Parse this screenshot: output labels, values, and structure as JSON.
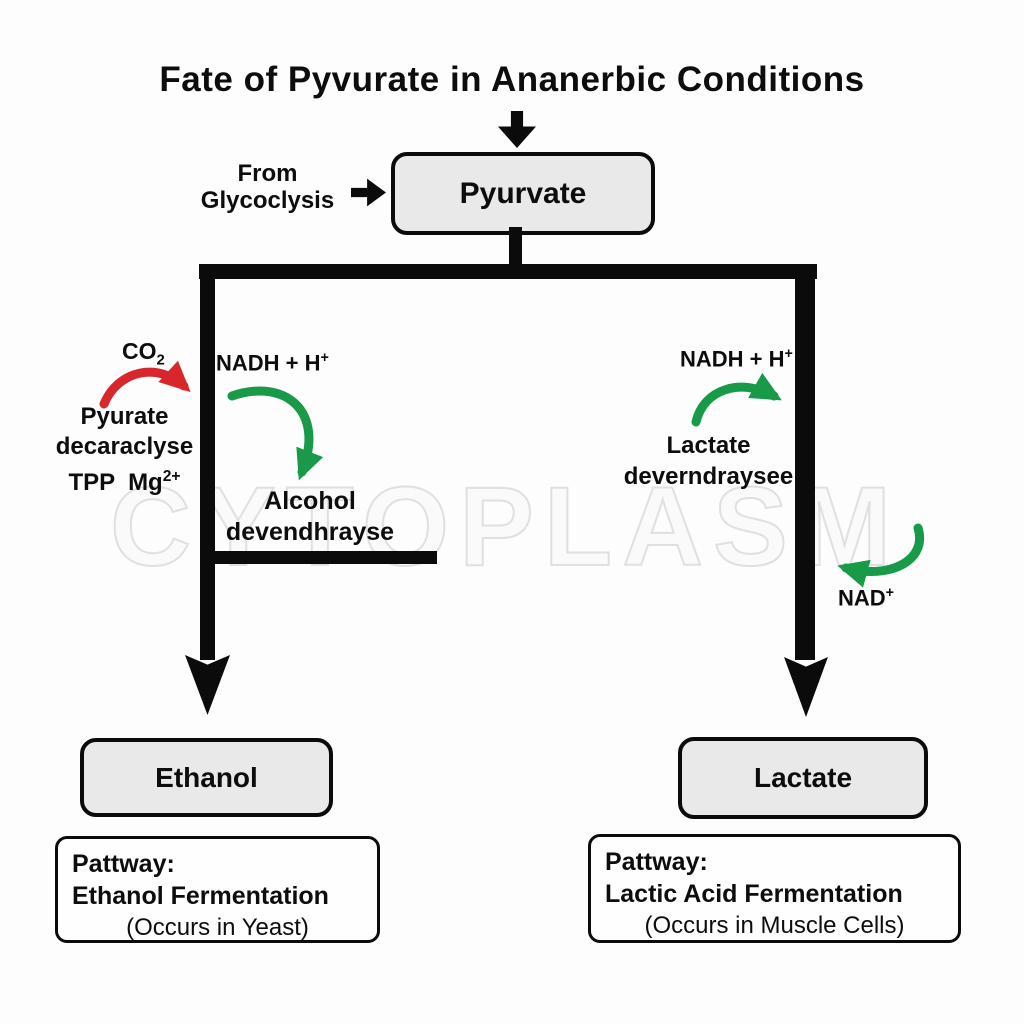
{
  "title": "Fate of Pyvurate in Ananerbic Conditions",
  "watermark": "CYTOPLASM",
  "source_label": {
    "line1": "From",
    "line2": "Glycoclysis"
  },
  "nodes": {
    "pyruvate": "Pyurvate",
    "ethanol": "Ethanol",
    "lactate": "Lactate"
  },
  "left_branch": {
    "co2_base": "CO",
    "co2_sub": "2",
    "enzyme_line1": "Pyurate",
    "enzyme_line2": "decaraclyse",
    "enzyme_line3_base": "TPP  Mg",
    "enzyme_line3_sup": "2+",
    "nadh_base": "NADH + H",
    "nadh_sup": "+",
    "enzyme2_line1": "Alcohol",
    "enzyme2_line2": "devendhrayse"
  },
  "right_branch": {
    "nadh_base": "NADH + H",
    "nadh_sup": "+",
    "enzyme_line1": "Lactate",
    "enzyme_line2": "deverndraysee",
    "nad_base": "NAD",
    "nad_sup": "+"
  },
  "pathways": {
    "left": {
      "label": "Pattway:",
      "name": "Ethanol Fermentation",
      "note": "(Occurs in Yeast)"
    },
    "right": {
      "label": "Pattway:",
      "name": "Lactic Acid Fermentation",
      "note": "(Occurs in Muscle Cells)"
    }
  },
  "colors": {
    "red_arrow": "#d7262c",
    "green_arrow": "#189a48",
    "node_fill": "#e9e9e9",
    "line": "#0b0b0b",
    "watermark": "#e0e0e0"
  }
}
